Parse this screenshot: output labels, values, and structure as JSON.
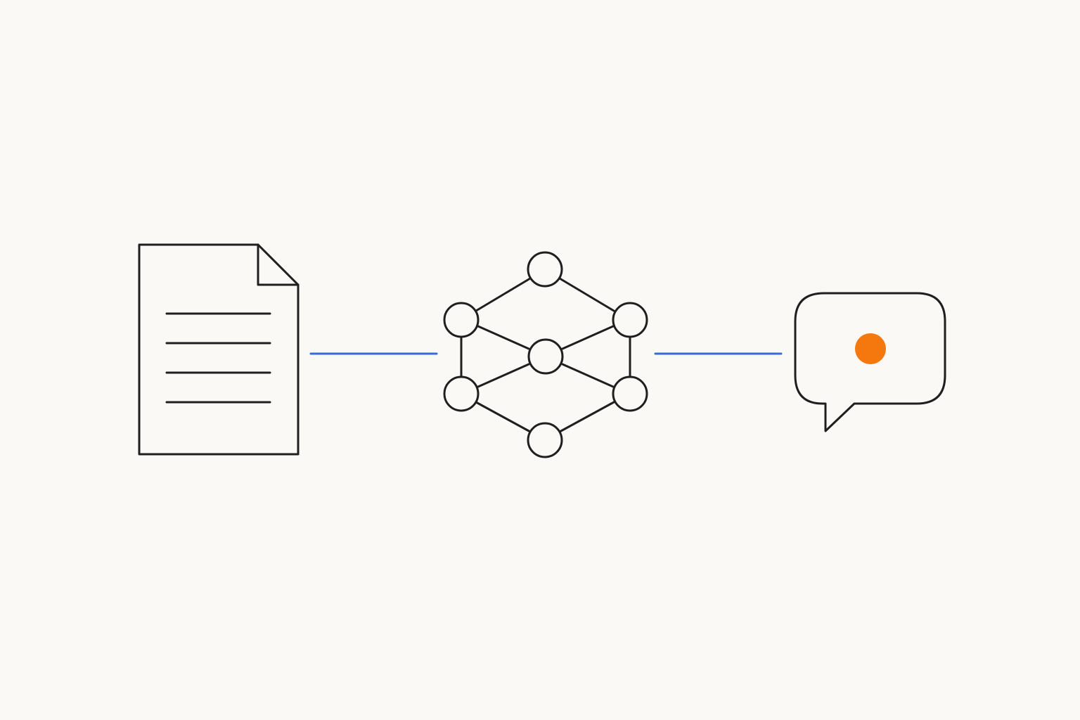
{
  "diagram": {
    "background_color": "#faf9f5",
    "stroke_color": "#1f1f1f",
    "connector_color": "#2f6fd6",
    "accent_color": "#f5780f",
    "nodes": [
      {
        "id": "document",
        "icon": "document-icon"
      },
      {
        "id": "network",
        "icon": "network-graph-icon"
      },
      {
        "id": "response",
        "icon": "chat-bubble-icon"
      }
    ],
    "connectors": [
      {
        "from": "document",
        "to": "network"
      },
      {
        "from": "network",
        "to": "response"
      }
    ]
  }
}
